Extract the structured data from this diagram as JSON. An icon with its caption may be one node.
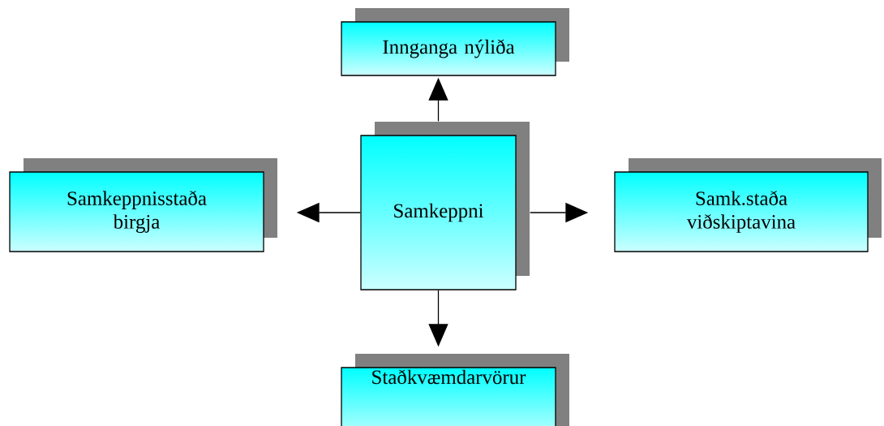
{
  "diagram": {
    "nodes": [
      {
        "text": [
          "Innganga nýliða"
        ]
      },
      {
        "text": [
          "Samkeppni"
        ]
      },
      {
        "text": [
          "Samkeppnisstaða birgja"
        ]
      },
      {
        "text": [
          "Samk.staða viðskiptavina"
        ]
      },
      {
        "text": [
          "Staðkvæmdarvörur"
        ]
      }
    ],
    "edges": [
      {
        "from": 1,
        "to": 0,
        "arrow": "to"
      },
      {
        "from": 1,
        "to": 2,
        "arrow": "to"
      },
      {
        "from": 1,
        "to": 3,
        "arrow": "to"
      },
      {
        "from": 1,
        "to": 4,
        "arrow": "to"
      }
    ]
  }
}
